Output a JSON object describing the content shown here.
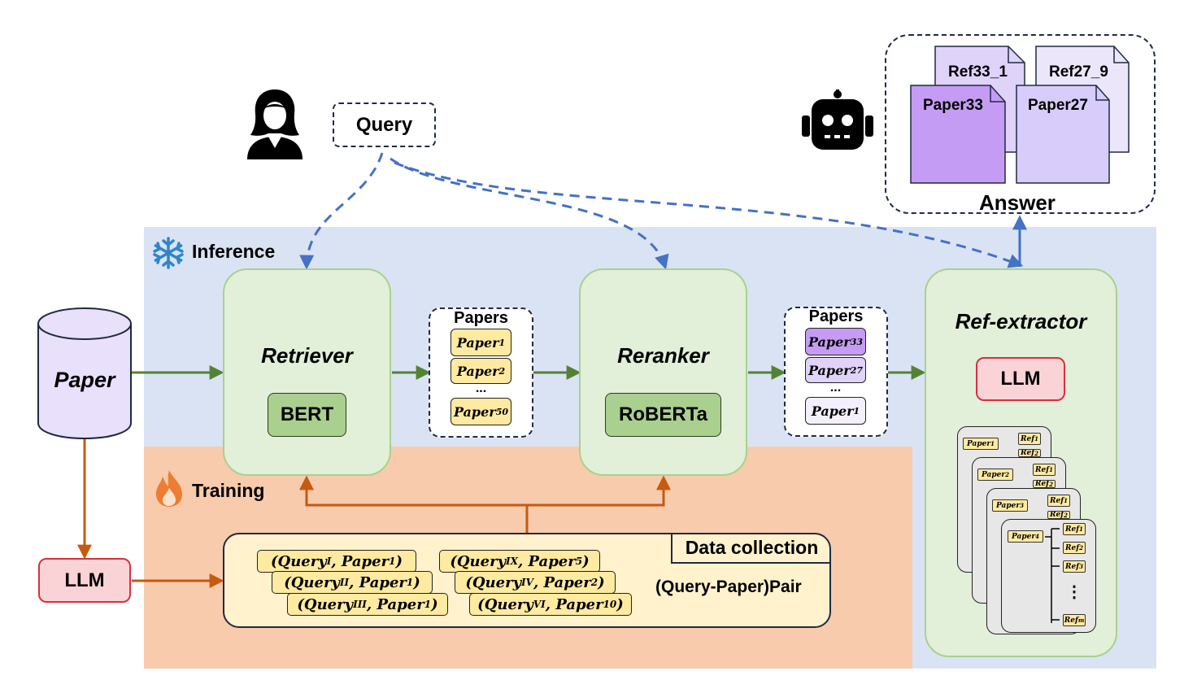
{
  "user": {
    "query_label": "Query"
  },
  "answer": {
    "label": "Answer",
    "docs": [
      "Ref33_1",
      "Ref27_9",
      "Paper33",
      "Paper27"
    ]
  },
  "inference": {
    "label": "Inference"
  },
  "training": {
    "label": "Training"
  },
  "database": {
    "label": "Paper"
  },
  "retriever": {
    "label": "Retriever",
    "model": "BERT"
  },
  "reranker": {
    "label": "Reranker",
    "model": "RoBERTa"
  },
  "ref_extractor": {
    "label": "Ref-extractor",
    "model": "LLM"
  },
  "papers_retrieved": {
    "title": "Papers",
    "items": [
      {
        "base": "Paper",
        "sub": "1"
      },
      {
        "base": "Paper",
        "sub": "2"
      },
      {
        "base": "Paper",
        "sub": "50"
      }
    ],
    "ellipsis": "..."
  },
  "papers_reranked": {
    "title": "Papers",
    "items": [
      {
        "base": "Paper",
        "sub": "33"
      },
      {
        "base": "Paper",
        "sub": "27"
      },
      {
        "base": "Paper",
        "sub": "1"
      }
    ],
    "ellipsis": "..."
  },
  "llm_generator": {
    "label": "LLM"
  },
  "data_collection": {
    "title": "Data collection",
    "pair_label": "(Query-Paper)Pair",
    "pairs_left": [
      {
        "q": "I",
        "p": "1"
      },
      {
        "q": "II",
        "p": "1"
      },
      {
        "q": "III",
        "p": "1"
      }
    ],
    "pairs_right": [
      {
        "q": "IX",
        "p": "5"
      },
      {
        "q": "IV",
        "p": "2"
      },
      {
        "q": "VI",
        "p": "10"
      }
    ]
  },
  "ref_cards": [
    {
      "paper_sub": "1",
      "refs": [
        "1",
        "2"
      ]
    },
    {
      "paper_sub": "2",
      "refs": [
        "1",
        "2"
      ]
    },
    {
      "paper_sub": "3",
      "refs": [
        "1",
        "2"
      ]
    },
    {
      "paper_sub": "4",
      "refs": [
        "1",
        "2",
        "3",
        "m"
      ]
    }
  ],
  "ref_card_ellipsis": "⋮",
  "colors": {
    "inference_bg": "#dae3f3",
    "training_bg": "#f8cbad",
    "module_fill": "#e2efd9",
    "model_fill": "#a9d08e",
    "llm_fill": "#fad3d6",
    "chip_yellow": "#ffeaa1",
    "purple_dark": "#c49cf4",
    "purple_light": "#e0d3f9",
    "arrow_green": "#548235",
    "arrow_orange": "#c55a11",
    "arrow_blue": "#4472c4"
  }
}
